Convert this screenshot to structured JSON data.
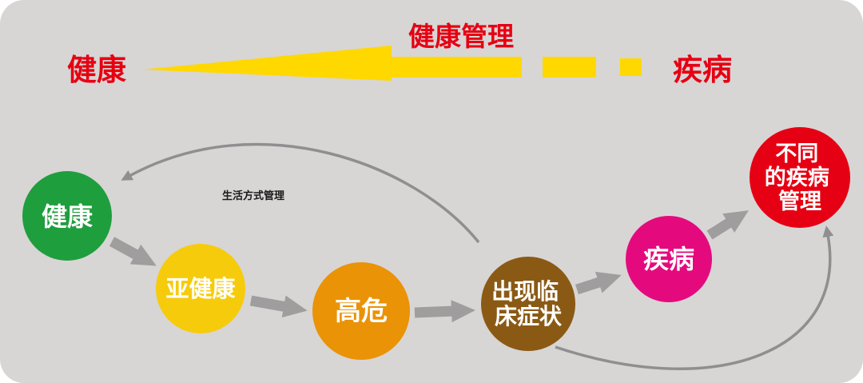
{
  "canvas": {
    "bg": "#d8d5d5",
    "accent_red": "#e60012",
    "wedge_yellow": "#ffd800",
    "arrow_gray": "#9f9d9d",
    "arc_gray": "#8f8f8f"
  },
  "header": {
    "left_label": "健康",
    "title": "健康管理",
    "right_label": "疾病"
  },
  "flow": {
    "lifestyle_label": "生活方式管理",
    "nodes": [
      {
        "name": "health",
        "color": "#1f9e3d",
        "lines": [
          "健康"
        ]
      },
      {
        "name": "sub-health",
        "color": "#f6cb0b",
        "lines": [
          "亚健康"
        ]
      },
      {
        "name": "high-risk",
        "color": "#ea9306",
        "lines": [
          "高危"
        ]
      },
      {
        "name": "clinical-symptoms",
        "color": "#8a5a15",
        "lines": [
          "出现临",
          "床症状"
        ]
      },
      {
        "name": "disease",
        "color": "#e40a7e",
        "lines": [
          "疾病"
        ]
      },
      {
        "name": "different-disease-management",
        "color": "#e60013",
        "lines": [
          "不同",
          "的疾病",
          "管理"
        ]
      }
    ]
  }
}
